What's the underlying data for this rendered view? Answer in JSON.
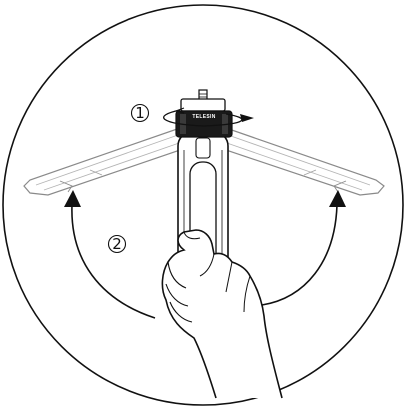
{
  "diagram": {
    "steps": [
      {
        "number": "1",
        "symbol": "①",
        "action": "rotate-knob"
      },
      {
        "number": "2",
        "symbol": "②",
        "action": "unfold-legs"
      }
    ],
    "brand_mark": "TELESIN",
    "colors": {
      "line": "#111111",
      "leg_stroke": "#8a8a8a",
      "knob": "#1a1a1a",
      "background": "#ffffff"
    },
    "icons": [
      "circle-frame",
      "rotate-arrow-icon",
      "unfold-arrow-icon",
      "hand-illustration"
    ]
  }
}
